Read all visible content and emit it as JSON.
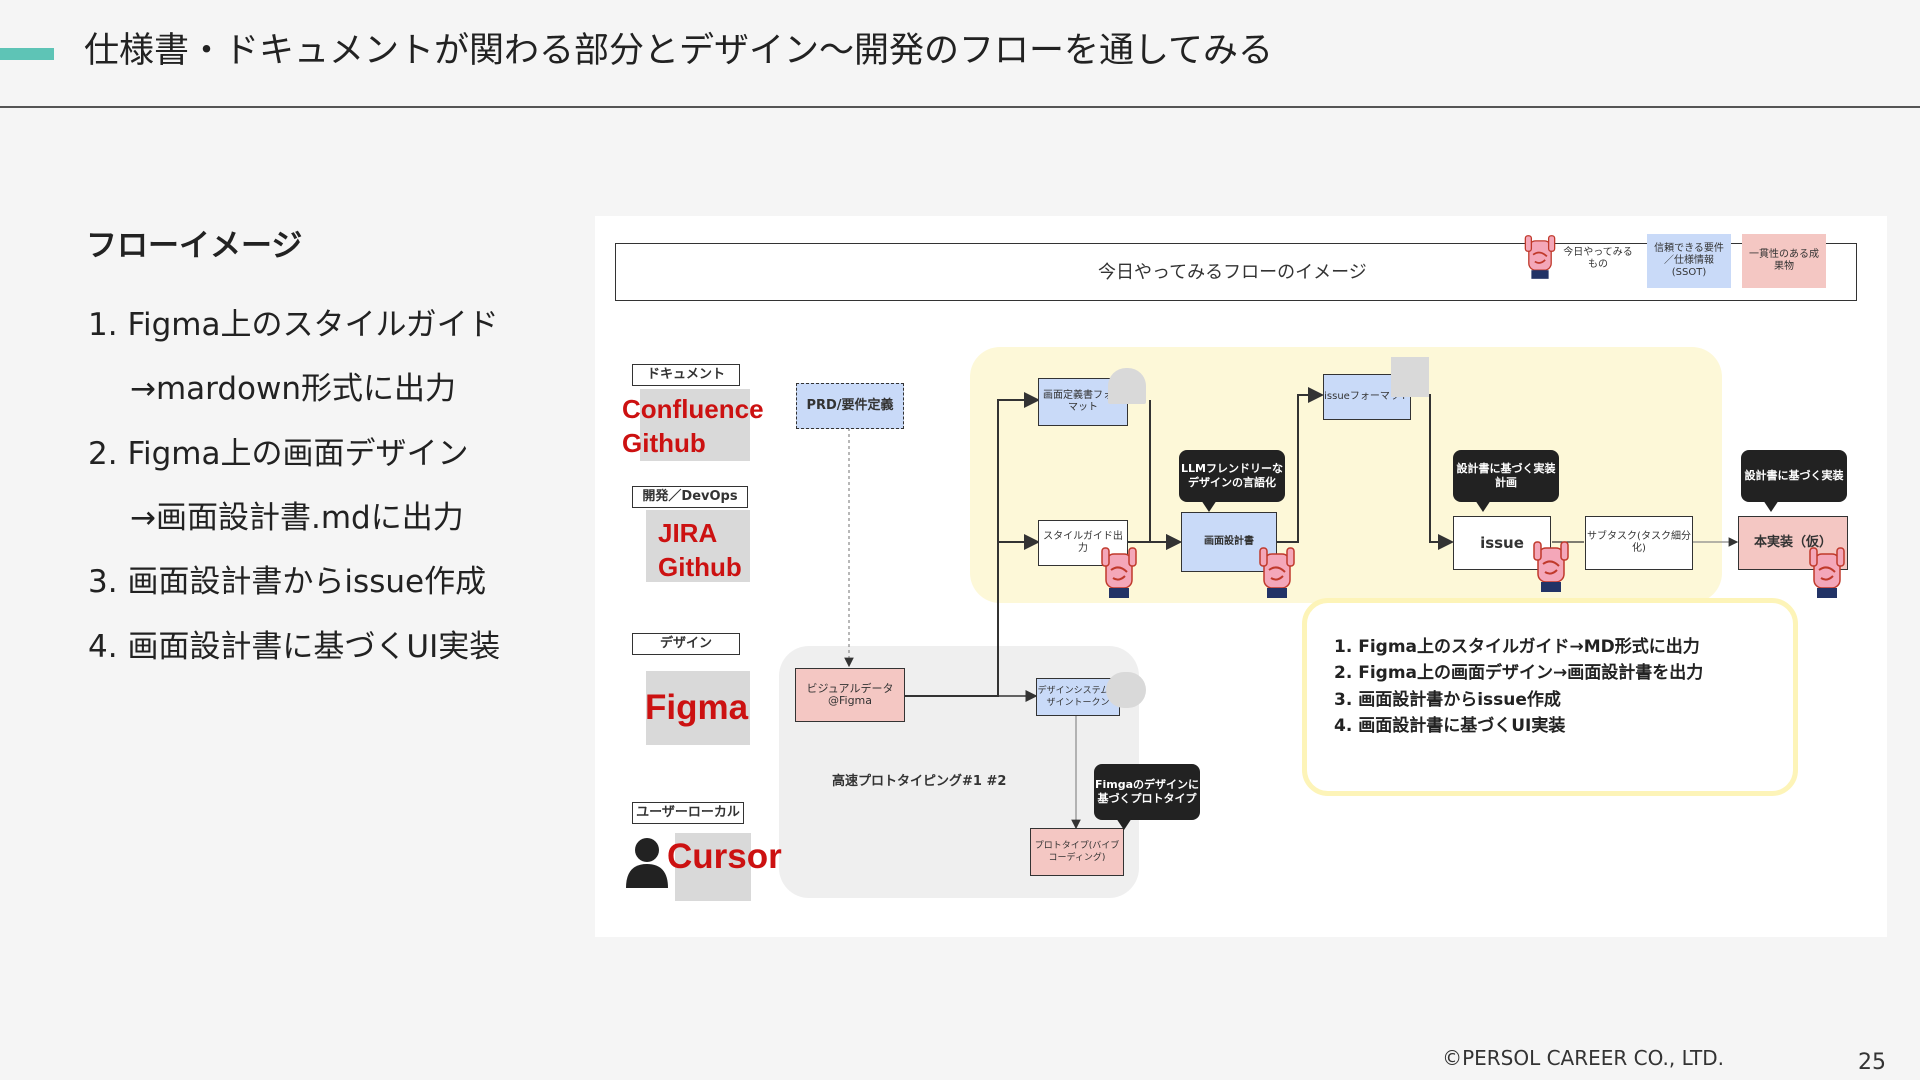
{
  "slide": {
    "title": "仕様書・ドキュメントが関わる部分とデザイン〜開発のフローを通してみる",
    "copyright": "©PERSOL CAREER CO., LTD.",
    "page_number": "25"
  },
  "left": {
    "heading": "フローイメージ",
    "items": [
      {
        "num": "1.",
        "line1": "Figma上のスタイルガイド",
        "line2": "→mardown形式に出力"
      },
      {
        "num": "2.",
        "line1": "Figma上の画面デザイン",
        "line2": "→画面設計書.mdに出力"
      },
      {
        "num": "3.",
        "line1": "画面設計書からissue作成"
      },
      {
        "num": "4.",
        "line1": "画面設計書に基づくUI実装"
      }
    ]
  },
  "diagram": {
    "header_text": "今日やってみるフローのイメージ",
    "legend": {
      "mascot_label": "今日やってみるもの",
      "blue_label": "信頼できる要件／仕様情報(SSOT)",
      "pink_label": "一貫性のある成果物"
    },
    "categories": {
      "document": "ドキュメント",
      "devops": "開発／DevOps",
      "design": "デザイン",
      "local": "ユーザーローカル"
    },
    "tools": {
      "confluence": "Confluence",
      "github1": "Github",
      "jira": "JIRA",
      "github2": "Github",
      "figma": "Figma",
      "cursor": "Cursor"
    },
    "nodes": {
      "prd": "PRD/要件定義",
      "screen_format": "画面定義書フォーマット",
      "style_guide": "スタイルガイド出力",
      "screen_spec": "画面設計書",
      "issue_format": "issueフォーマット",
      "issue": "issue",
      "subtask": "サブタスク(タスク細分化)",
      "impl": "本実装（仮）",
      "visual": "ビジュアルデータ@Figma",
      "design_system": "デザインシステムデザイントークン",
      "prototype": "プロトタイプ(バイブコーディング)",
      "rapid_proto": "高速プロトタイピング#1 #2"
    },
    "bubbles": {
      "llm": "LLMフレンドリーなデザインの言語化",
      "plan": "設計書に基づく実装計画",
      "impl": "設計書に基づく実装",
      "figma_proto": "Fimgaのデザインに基づくプロトタイプ"
    },
    "list": [
      "1. Figma上のスタイルガイド→MD形式に出力",
      "2. Figma上の画面デザイン→画面設計書を出力",
      "3. 画面設計書からissue作成",
      "4. 画面設計書に基づくUI実装"
    ]
  },
  "colors": {
    "accent": "#5ec4b6",
    "ssot_blue": "#c9daf8",
    "output_pink": "#f4c7c3",
    "zone_yellow": "#fdf8d8",
    "tool_red": "#cc1111"
  }
}
